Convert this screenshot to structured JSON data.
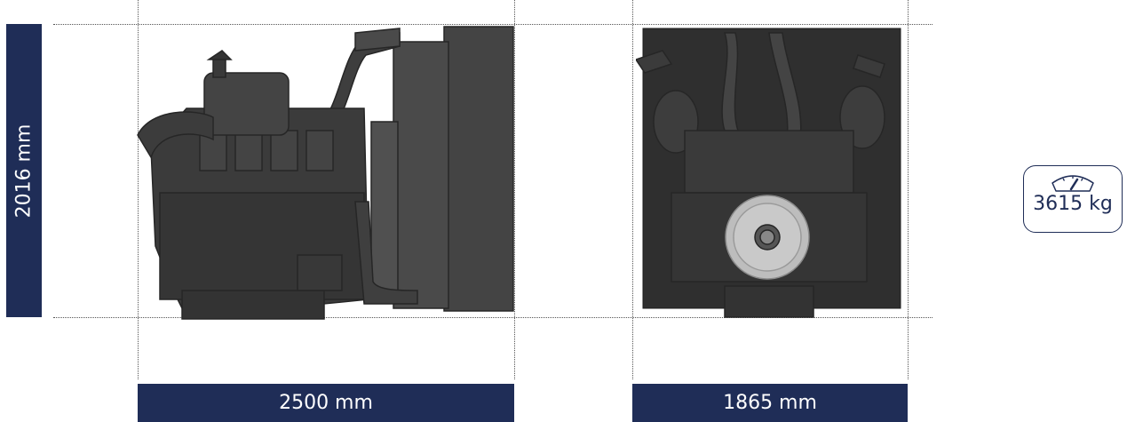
{
  "dimensions": {
    "height": "2016 mm",
    "length": "2500 mm",
    "width": "1865 mm"
  },
  "weight": {
    "value": "3615 kg",
    "icon": "scale-gauge-icon"
  },
  "colors": {
    "bar": "#1f2d57",
    "engine": "#3a3a3a"
  }
}
